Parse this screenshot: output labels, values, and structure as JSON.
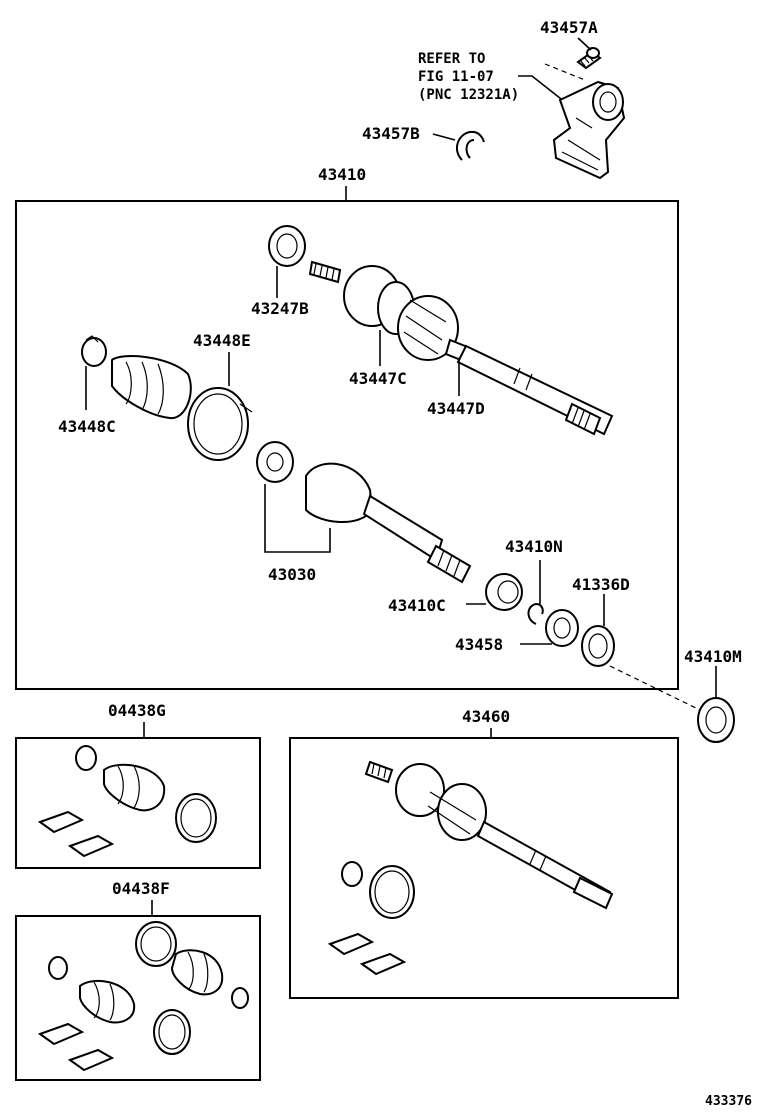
{
  "labels": {
    "p43457A": "43457A",
    "refer_line1": "REFER TO",
    "refer_line2": "FIG 11-07",
    "refer_line3": "(PNC 12321A)",
    "p43457B": "43457B",
    "p43410": "43410",
    "p43247B": "43247B",
    "p43448E": "43448E",
    "p43448C": "43448C",
    "p43447C": "43447C",
    "p43447D": "43447D",
    "p43030": "43030",
    "p43410N": "43410N",
    "p43410C": "43410C",
    "p41336D": "41336D",
    "p43458": "43458",
    "p43410M": "43410M",
    "p04438G": "04438G",
    "p43460": "43460",
    "p04438F": "04438F"
  },
  "figure_number": "433376"
}
